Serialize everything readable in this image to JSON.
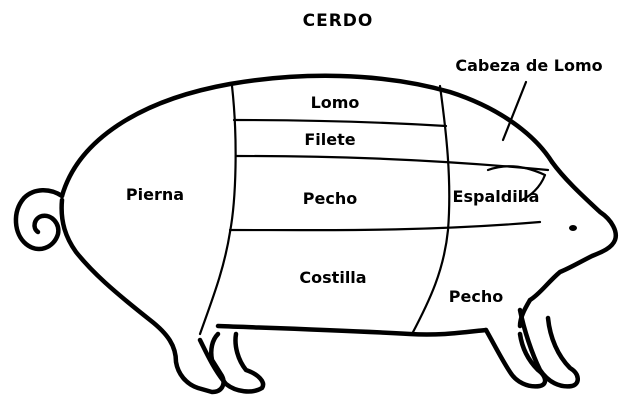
{
  "title": "CERDO",
  "cuts": {
    "lomo": "Lomo",
    "filete": "Filete",
    "pecho_center": "Pecho",
    "costilla": "Costilla",
    "pierna": "Pierna",
    "espaldilla": "Espaldilla",
    "pecho_front": "Pecho",
    "cabeza_de_lomo": "Cabeza de Lomo"
  }
}
